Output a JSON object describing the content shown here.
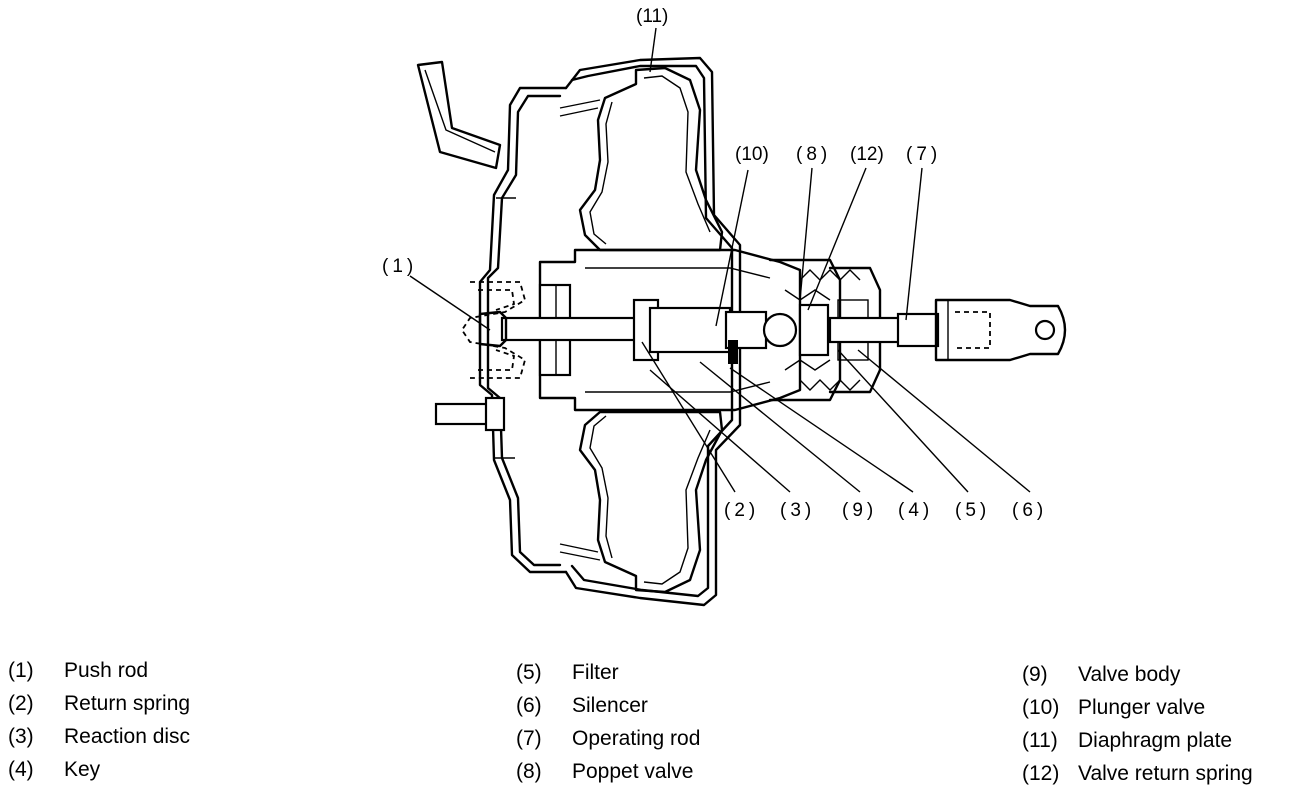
{
  "callouts": {
    "c1": "(1)",
    "c2": "(2)",
    "c3": "(3)",
    "c4": "(4)",
    "c5": "(5)",
    "c6": "(6)",
    "c7": "(7)",
    "c8": "(8)",
    "c9": "(9)",
    "c10": "(10)",
    "c11": "(11)",
    "c12": "(12)"
  },
  "legend": [
    {
      "num": "(1)",
      "label": "Push rod"
    },
    {
      "num": "(2)",
      "label": "Return spring"
    },
    {
      "num": "(3)",
      "label": "Reaction disc"
    },
    {
      "num": "(4)",
      "label": "Key"
    },
    {
      "num": "(5)",
      "label": "Filter"
    },
    {
      "num": "(6)",
      "label": "Silencer"
    },
    {
      "num": "(7)",
      "label": "Operating rod"
    },
    {
      "num": "(8)",
      "label": "Poppet valve"
    },
    {
      "num": "(9)",
      "label": "Valve body"
    },
    {
      "num": "(10)",
      "label": "Plunger valve"
    },
    {
      "num": "(11)",
      "label": "Diaphragm plate"
    },
    {
      "num": "(12)",
      "label": "Valve return spring"
    }
  ]
}
